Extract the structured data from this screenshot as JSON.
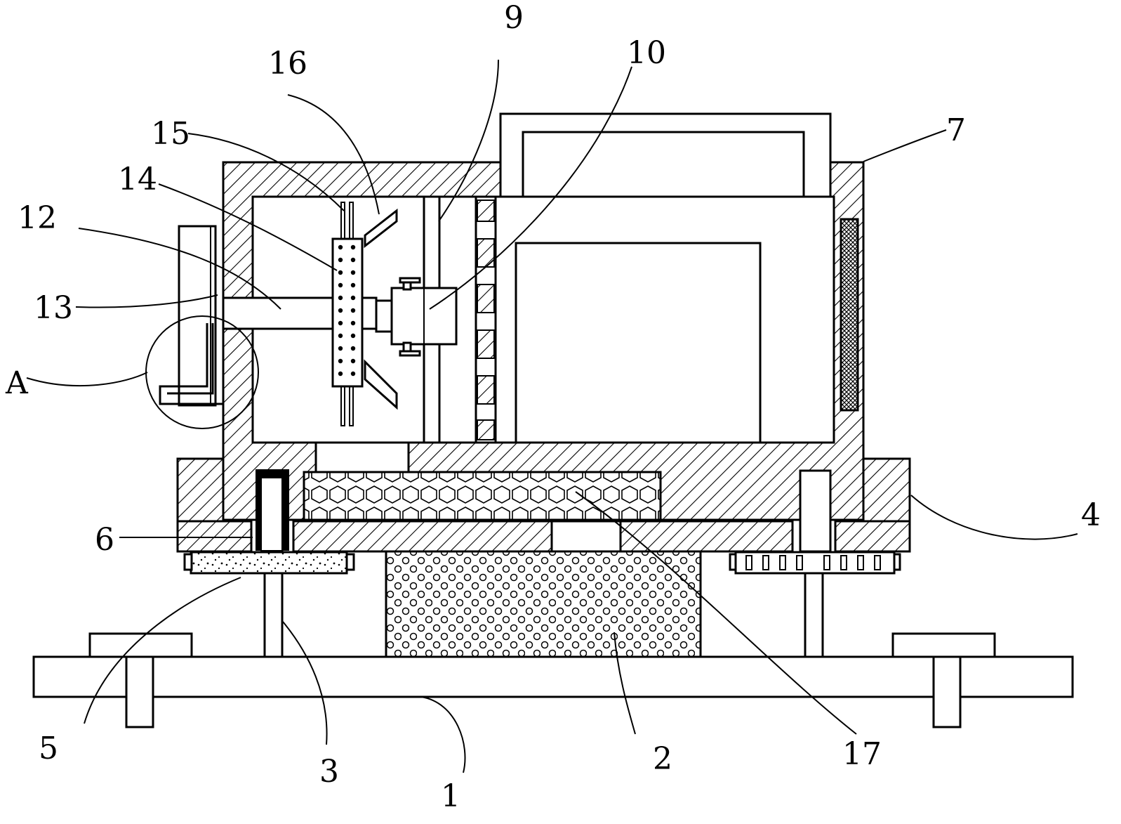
{
  "labels": {
    "l1": "1",
    "l2": "2",
    "l3": "3",
    "l4": "4",
    "l5": "5",
    "l6": "6",
    "l7": "7",
    "l9": "9",
    "l10": "10",
    "l12": "12",
    "l13": "13",
    "l14": "14",
    "l15": "15",
    "l16": "16",
    "l17": "17",
    "lA": "A"
  }
}
